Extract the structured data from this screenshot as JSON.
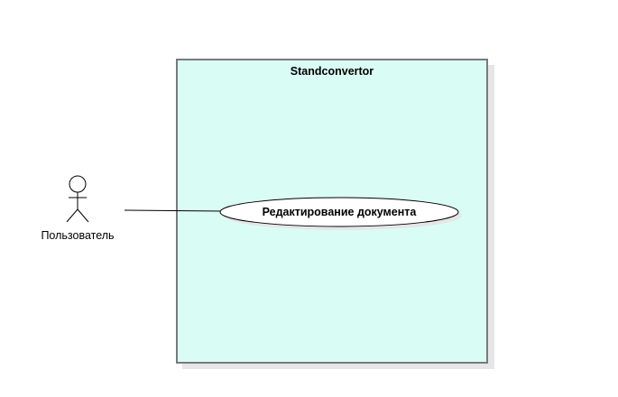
{
  "diagram": {
    "system": {
      "name": "Standconvertor",
      "fill": "#d9fdf4",
      "stroke": "#7a7a7a"
    },
    "actor": {
      "name": "Пользователь"
    },
    "use_cases": [
      {
        "label": "Редактирование документа"
      }
    ],
    "colors": {
      "shadow": "#e6e6e6",
      "line": "#000000",
      "usecase_fill": "#ffffff"
    }
  }
}
